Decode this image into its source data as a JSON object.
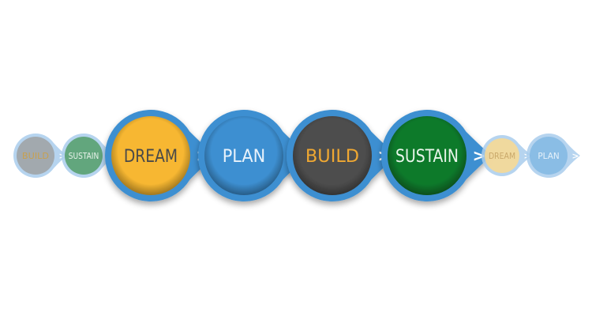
{
  "stages": [
    {
      "label": "BUILD",
      "role": "faded",
      "fill": "#9e9e9e",
      "text_color": "#c7a050"
    },
    {
      "label": "SUSTAIN",
      "role": "faded",
      "fill": "#4e9a60",
      "text_color": "#e8f2ea"
    },
    {
      "label": "DREAM",
      "role": "main",
      "fill": "#f7b731",
      "text_color": "#4a4a4a"
    },
    {
      "label": "PLAN",
      "role": "main",
      "fill": "#3d8fd1",
      "text_color": "#e8f2fb"
    },
    {
      "label": "BUILD",
      "role": "main",
      "fill": "#4e4e4e",
      "text_color": "#f0a830"
    },
    {
      "label": "SUSTAIN",
      "role": "main",
      "fill": "#0e7a2c",
      "text_color": "#e8f5ea"
    },
    {
      "label": "DREAM",
      "role": "faded",
      "fill": "#ffd98a",
      "text_color": "#c9a86a"
    },
    {
      "label": "PLAN",
      "role": "faded",
      "fill": "#7fb6e2",
      "text_color": "#e6f1fa"
    }
  ],
  "connector_glyph": ">",
  "colors": {
    "ring": "#3d8fd1",
    "ring_faded": "#a9cdec",
    "arrow_text": "#ffffff"
  }
}
